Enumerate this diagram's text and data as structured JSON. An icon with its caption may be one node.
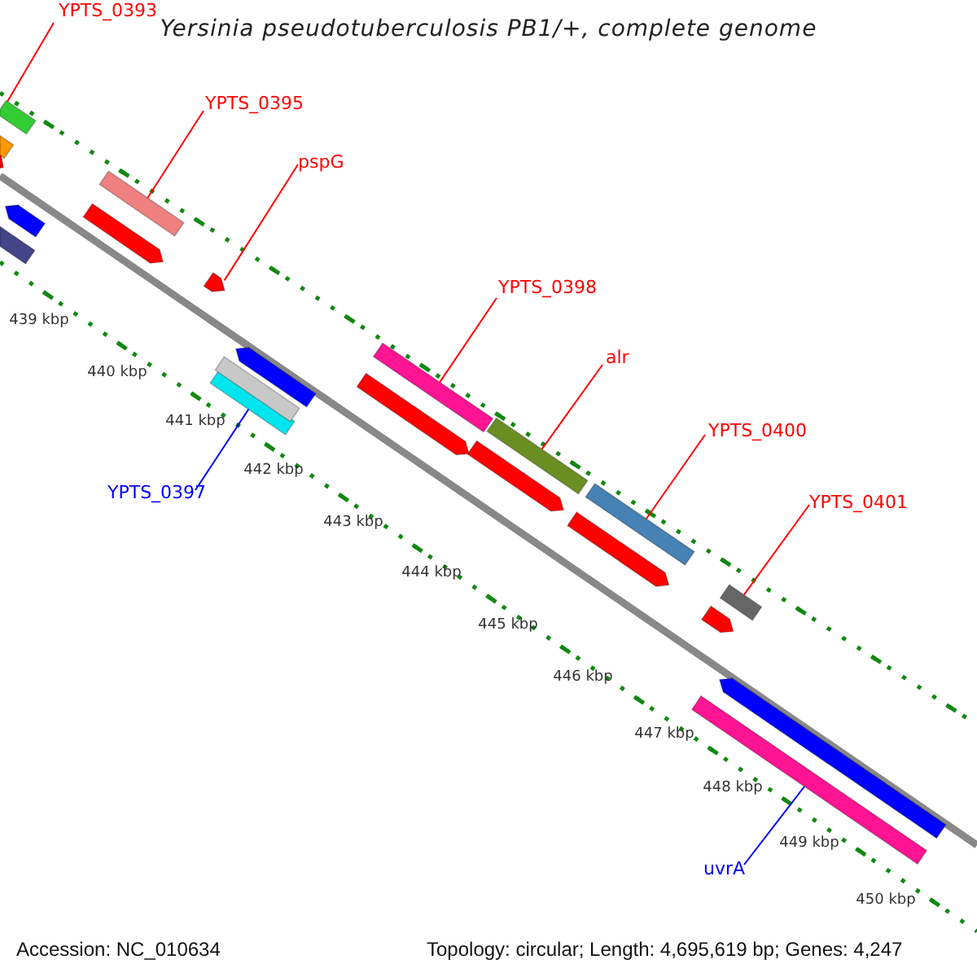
{
  "diagram": {
    "title": "Yersinia pseudotuberculosis PB1/+, complete genome",
    "nodes": [
      {
        "text": [
          "YPTS_0393"
        ]
      },
      {
        "text": [
          "YPTS_0395"
        ]
      },
      {
        "text": [
          "pspG"
        ]
      },
      {
        "text": [
          "YPTS_0397"
        ]
      },
      {
        "text": [
          "YPTS_0398"
        ]
      },
      {
        "text": [
          "alr"
        ]
      },
      {
        "text": [
          "YPTS_0400"
        ]
      },
      {
        "text": [
          "YPTS_0401"
        ]
      },
      {
        "text": [
          "uvrA"
        ]
      },
      {
        "text": [],
        "shape": "bar"
      },
      {
        "text": [],
        "shape": "bar"
      },
      {
        "text": [],
        "shape": "bar"
      },
      {
        "text": [],
        "shape": "bar"
      },
      {
        "text": [],
        "shape": "bar"
      },
      {
        "text": [],
        "shape": "bar"
      },
      {
        "text": [],
        "shape": "bar"
      },
      {
        "text": [],
        "shape": "bar"
      },
      {
        "text": [],
        "shape": "bar"
      },
      {
        "text": [],
        "shape": "bar"
      },
      {
        "text": [],
        "shape": "bar"
      },
      {
        "text": [],
        "shape": "bar"
      },
      {
        "text": [],
        "shape": "bar"
      },
      {
        "text": [],
        "shape": "bar"
      },
      {
        "text": [],
        "shape": "bar"
      },
      {
        "text": [],
        "shape": "bar"
      },
      {
        "text": [],
        "shape": "bar"
      },
      {
        "text": [],
        "shape": "bar"
      },
      {
        "text": [],
        "shape": "bar"
      },
      {
        "text": [],
        "shape": "bar"
      },
      {
        "text": [],
        "shape": "bar"
      }
    ],
    "edges": [
      {
        "from": 0,
        "to": 11,
        "arrow": "none"
      },
      {
        "from": 1,
        "to": 15,
        "arrow": "none"
      },
      {
        "from": 2,
        "to": 16,
        "arrow": "none"
      },
      {
        "from": 3,
        "to": 17,
        "arrow": "none",
        "color": "#0000ff"
      },
      {
        "from": 4,
        "to": 21,
        "arrow": "none"
      },
      {
        "from": 5,
        "to": 23,
        "arrow": "none"
      },
      {
        "from": 6,
        "to": 25,
        "arrow": "none"
      },
      {
        "from": 7,
        "to": 27,
        "arrow": "none"
      },
      {
        "from": 8,
        "to": 28,
        "arrow": "none",
        "color": "#0000ff"
      }
    ],
    "labels": [
      "439 kbp",
      "440 kbp",
      "441 kbp",
      "442 kbp",
      "443 kbp",
      "444 kbp",
      "445 kbp",
      "446 kbp",
      "447 kbp",
      "448 kbp",
      "449 kbp",
      "450 kbp",
      "Accession: NC_010634",
      "Topology: circular; Length: 4,695,619 bp; Genes: 4,247"
    ]
  }
}
